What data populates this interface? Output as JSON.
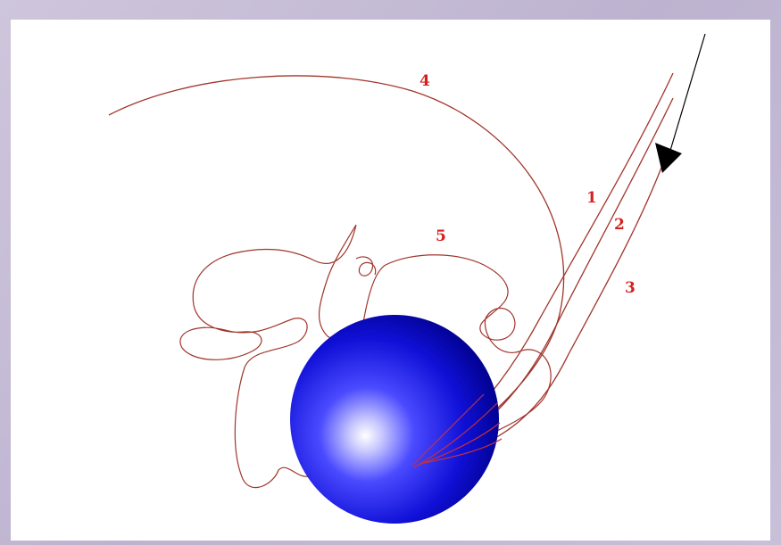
{
  "diagram": {
    "trajectory_labels": [
      "1",
      "2",
      "3",
      "4",
      "5"
    ],
    "colors": {
      "trajectory": "#a0352c",
      "label": "#d42020",
      "arrow": "#000000",
      "sphere_highlight": "#ffffff",
      "sphere_mid": "#3a3aff",
      "sphere_dark": "#00008c",
      "background_frame": "#c6bdd6"
    }
  }
}
